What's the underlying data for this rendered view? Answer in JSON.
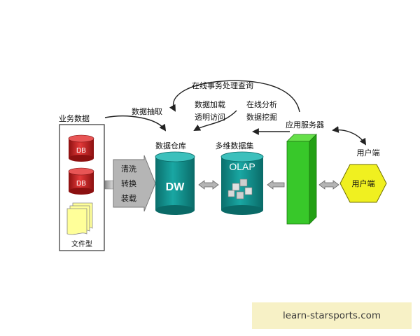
{
  "labels": {
    "online_query": "在线事务处理查询",
    "data_extract": "数据抽取",
    "business_data": "业务数据",
    "data_load": "数据加载",
    "transparent_access": "透明访问",
    "online_analysis": "在线分析",
    "data_mining": "数据挖掘",
    "app_server": "应用服务器",
    "data_warehouse": "数据仓库",
    "multidim_dataset": "多维数据集",
    "user_end_top": "用户端",
    "user_end_inner": "用户端",
    "clean": "清洗",
    "transform": "转换",
    "load": "装载",
    "dw": "DW",
    "olap": "OLAP",
    "db1": "DB",
    "db2": "DB",
    "file_type": "文件型"
  },
  "colors": {
    "teal": "#0f8f8c",
    "green": "#33bb22",
    "red": "#cc2222",
    "yellow": "#f0f020",
    "grey": "#b5b5b5"
  },
  "watermark": "learn-starsports.com"
}
